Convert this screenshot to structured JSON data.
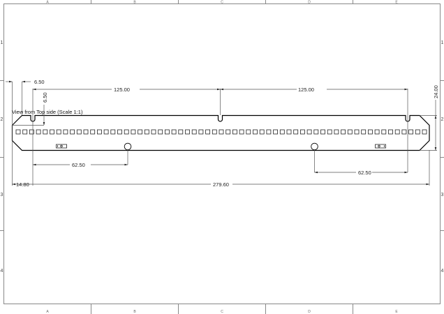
{
  "sheet": {
    "columns": [
      "A",
      "B",
      "C",
      "D",
      "E"
    ],
    "rows": [
      "1",
      "2",
      "3",
      "4"
    ]
  },
  "view": {
    "title": "View from Top side (Scale 1:1)"
  },
  "dimensions": {
    "left_offset": "6.50",
    "vertical_offset": "6.50",
    "slot_spacing_left": "125.00",
    "slot_spacing_right": "125.00",
    "height": "24.00",
    "hole_left": "62.50",
    "hole_right": "62.50",
    "overall_length": "279.60",
    "edge_offset": "14.80"
  },
  "part": {
    "pad_count": 61,
    "outline_color": "#000000",
    "dimension_color": "#555555",
    "border_color": "#888888"
  }
}
